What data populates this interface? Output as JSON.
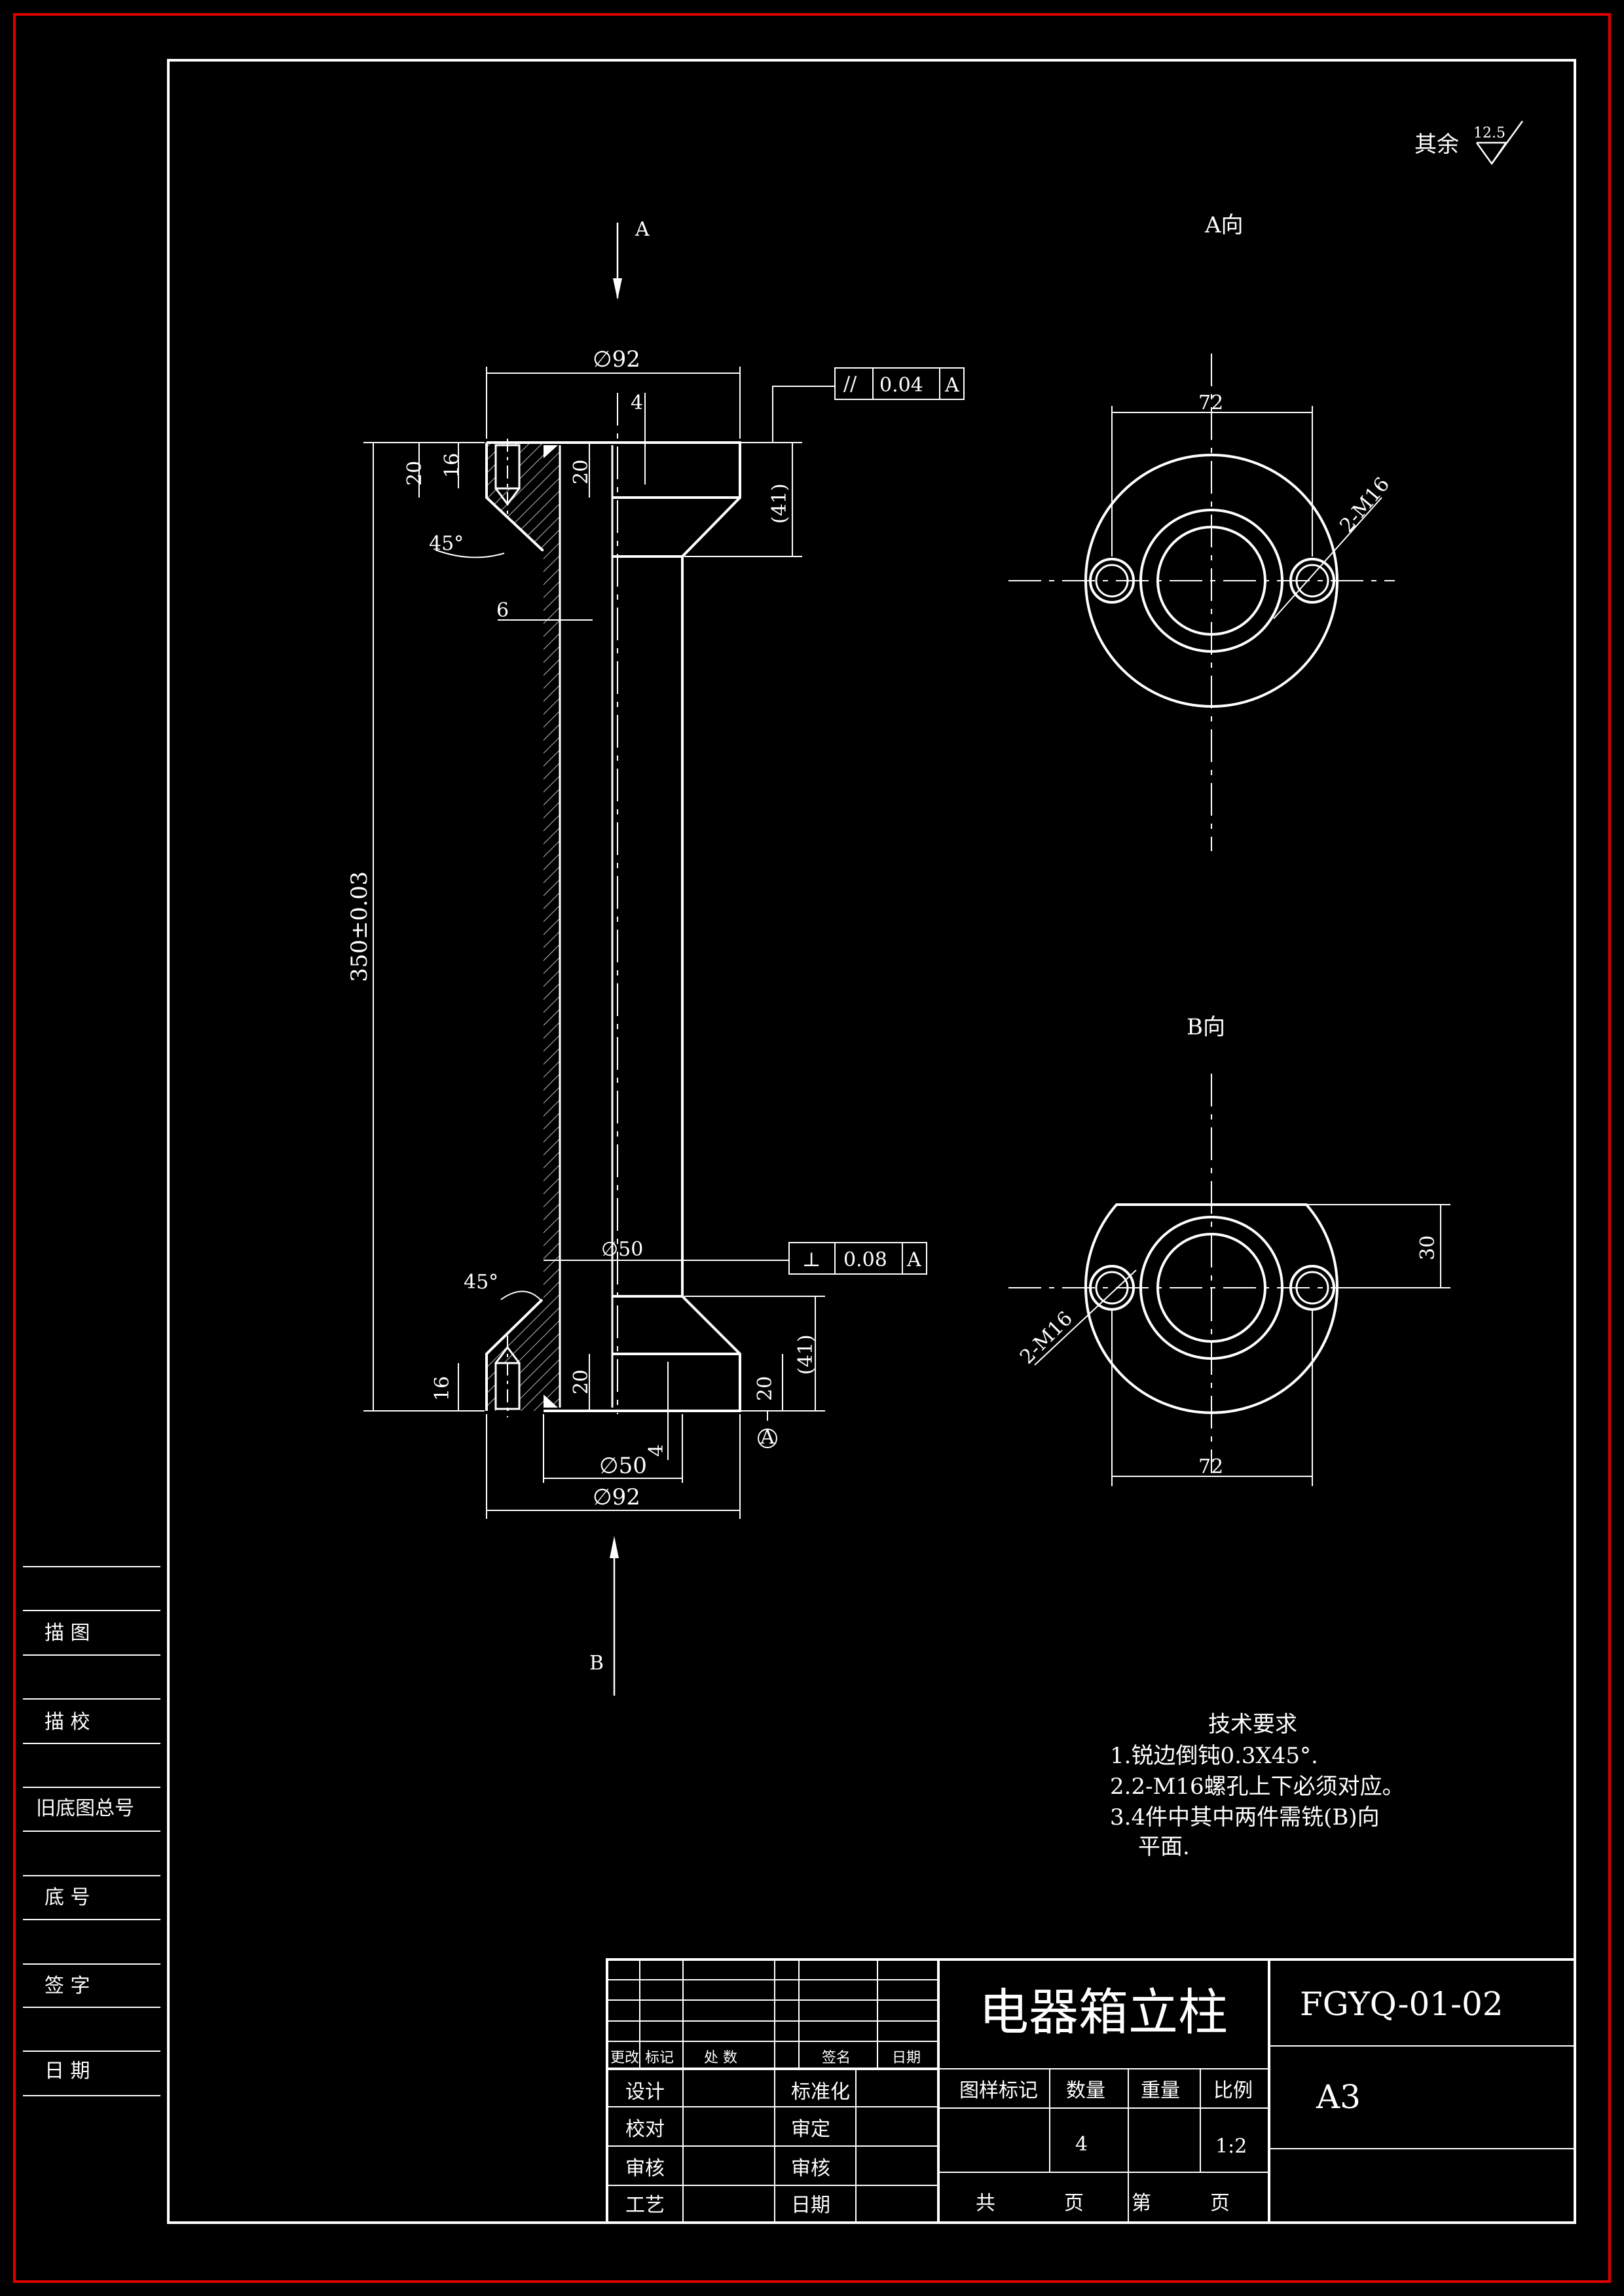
{
  "roughness": {
    "label": "其余",
    "value": "12.5"
  },
  "views": {
    "section_arrow_a": "A",
    "section_arrow_b": "B",
    "a_view_title": "A向",
    "b_view_title": "B向",
    "datum_label": "A"
  },
  "dims": {
    "d92_top": "∅92",
    "d92_bottom": "∅92",
    "d50_mid": "∅50",
    "d50_bottom": "∅50",
    "len_350": "350±0.03",
    "t4_top": "4",
    "t4_bottom": "4",
    "h20_top_left": "20",
    "h16_top_left": "16",
    "h20_top_mid": "20",
    "h41_top": "(41)",
    "h41_bottom": "(41)",
    "h20_bottom_mid": "20",
    "h20_bottom_right": "20",
    "h16_bottom_left": "16",
    "w6": "6",
    "angle_top": "45°",
    "angle_bottom": "45°",
    "a_width_72": "72",
    "a_holes": "2-M16",
    "b_width_72": "72",
    "b_holes": "2-M16",
    "b_30": "30"
  },
  "tolerances": [
    {
      "symbol": "//",
      "value": "0.04",
      "datum": "A"
    },
    {
      "symbol": "⊥",
      "value": "0.08",
      "datum": "A"
    }
  ],
  "tech_requirements": {
    "title": "技术要求",
    "items": [
      "1.锐边倒钝0.3X45°.",
      "2.2-M16螺孔上下必须对应。",
      "3.4件中其中两件需铣(B)向",
      "平面."
    ]
  },
  "left_stamp": [
    "描  图",
    "描  校",
    "旧底图总号",
    "底  号",
    "签  字",
    "日  期"
  ],
  "title_block": {
    "part_name": "电器箱立柱",
    "drawing_no": "FGYQ-01-02",
    "sheet_size": "A3",
    "rev_headers": [
      "更改",
      "标记",
      "处  数",
      "签名",
      "日期"
    ],
    "sign_labels": [
      "设计",
      "校对",
      "审核",
      "工艺"
    ],
    "sign_labels_right": [
      "标准化",
      "审定",
      "审核",
      "日期"
    ],
    "attr_headers": [
      "图样标记",
      "数量",
      "重量",
      "比例"
    ],
    "quantity": "4",
    "scale": "1:2",
    "total_label": "共",
    "page_label": "页",
    "sheet_label": "第",
    "page_label2": "页"
  }
}
